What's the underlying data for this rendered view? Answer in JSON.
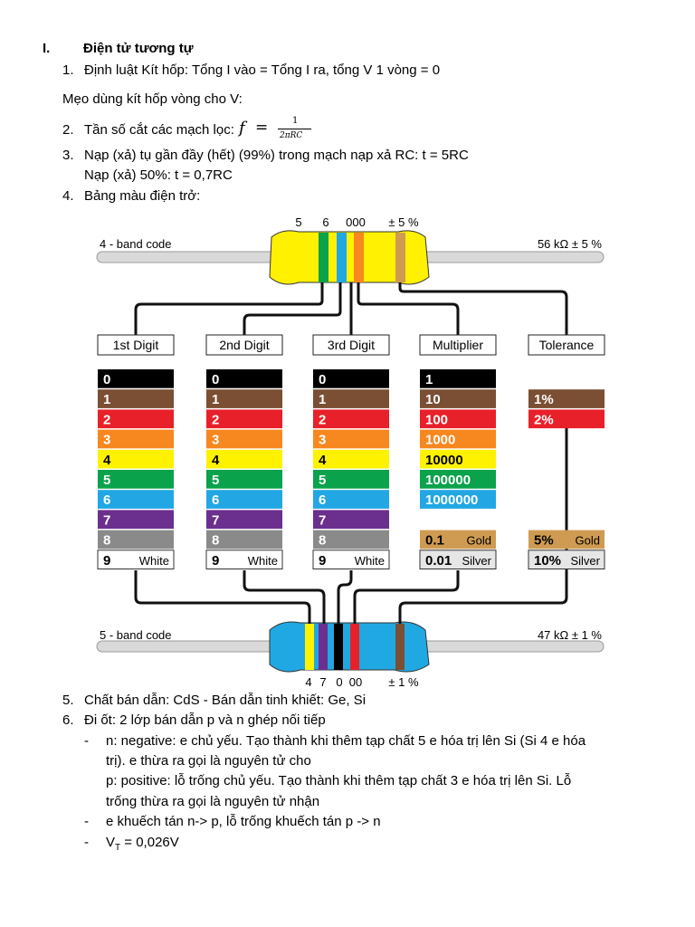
{
  "section": {
    "num": "I.",
    "title": "Điện tử tương tự"
  },
  "items": {
    "i1": "1.",
    "t1": "Định luật Kít hốp: Tổng I vào = Tổng I ra, tổng V 1 vòng = 0",
    "tip": "Mẹo dùng kít hốp vòng cho V:",
    "i2": "2.",
    "t2": "Tần số cắt các mạch lọc:",
    "f": "f",
    "eq": "=",
    "num": "1",
    "den": "2πRC",
    "i3": "3.",
    "t3a": "Nạp (xả) tụ gần đầy (hết) (99%) trong mạch nạp xả RC: t = 5RC",
    "t3b": "Nạp (xả) 50%: t = 0,7RC",
    "i4": "4.",
    "t4": "Bảng màu điện trở:",
    "i5": "5.",
    "t5": "Chất bán dẫn: CdS  -  Bán dẫn tinh khiết: Ge, Si",
    "i6": "6.",
    "t6": "Đi ốt: 2 lớp bán dẫn p và n ghép nối tiếp",
    "dash": "-",
    "b1a": "n: negative: e chủ yếu. Tạo thành khi thêm tạp chất 5 e hóa trị lên Si (Si 4 e hóa",
    "b1b": "trị). e thừa ra gọi là nguyên tử cho",
    "b1c": "p: positive: lỗ trống chủ yếu. Tạo thành khi thêm tạp chất 3 e hóa trị lên Si. Lỗ",
    "b1d": "trống thừa ra gọi là nguyên tử nhận",
    "b2": "e khuếch tán n-> p, lỗ trống khuếch tán p -> n",
    "b3a": "V",
    "b3sub": "T",
    "b3b": " = 0,026V"
  },
  "diagram": {
    "top_code": "4 - band code",
    "top_value": "56 kΩ ± 5 %",
    "top_marks": [
      "5",
      "6",
      "000",
      "± 5 %"
    ],
    "bottom_code": "5 - band code",
    "bottom_value": "47 kΩ ± 1 %",
    "bottom_marks": [
      "4",
      "7",
      "0",
      "00",
      "± 1 %"
    ],
    "headers": [
      "1st Digit",
      "2nd Digit",
      "3rd Digit",
      "Multiplier",
      "Tolerance"
    ],
    "digits": [
      "0",
      "1",
      "2",
      "3",
      "4",
      "5",
      "6",
      "7",
      "8",
      "9"
    ],
    "white_label": "White",
    "multipliers": [
      "1",
      "10",
      "100",
      "1000",
      "10000",
      "100000",
      "1000000"
    ],
    "mult_extra": [
      {
        "v": "0.1",
        "n": "Gold"
      },
      {
        "v": "0.01",
        "n": "Silver"
      }
    ],
    "tolerances": [
      "1%",
      "2%"
    ],
    "tol_extra": [
      {
        "v": "5%",
        "n": "Gold"
      },
      {
        "v": "10%",
        "n": "Silver"
      }
    ],
    "colors": [
      "#000000",
      "#7a4f33",
      "#e8202a",
      "#f7871f",
      "#fff200",
      "#0aa24b",
      "#22a7e4",
      "#6b2f8e",
      "#8a8a8a",
      "#ffffff"
    ],
    "gold": "#cf9b52",
    "silver": "#e6e6e6",
    "body_top": "#fff100",
    "body_bottom": "#20a8e2"
  }
}
